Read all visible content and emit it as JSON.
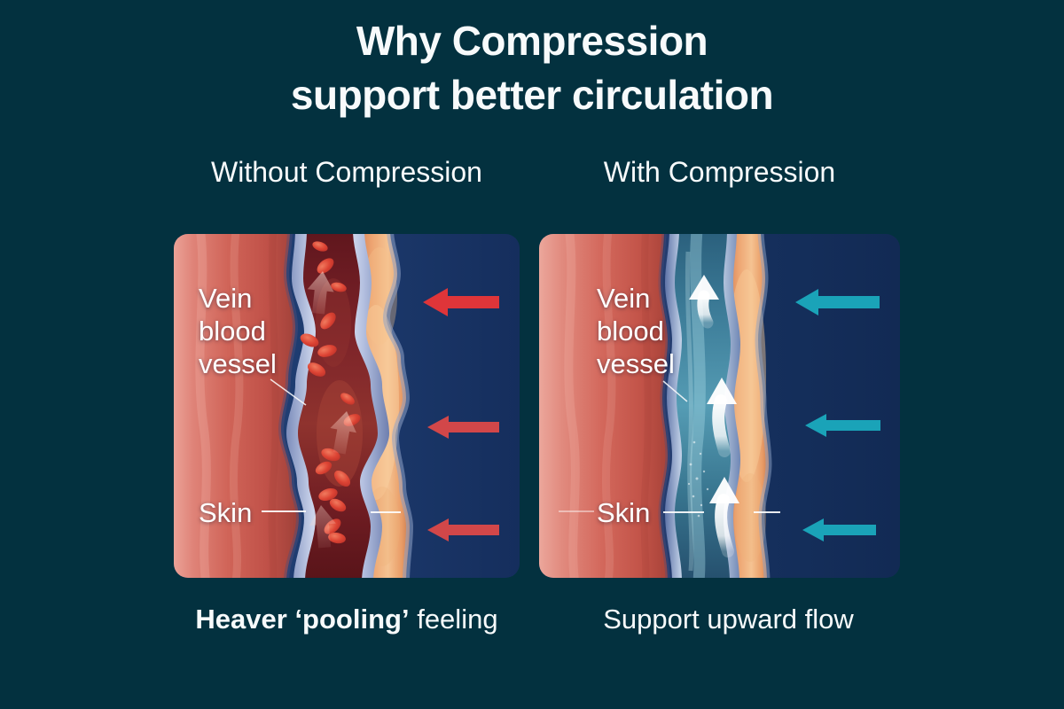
{
  "title": {
    "line1": "Why Compression",
    "line2": "support better circulation"
  },
  "columns": [
    {
      "header": "Without Compression",
      "caption": [
        {
          "text": "Heaver ‘pooling’",
          "bold": true
        },
        {
          "text": " feeling",
          "bold": false
        }
      ],
      "labels": {
        "vein": "Vein\nblood\nvessel",
        "skin": "Skin"
      }
    },
    {
      "header": "With Compression",
      "caption": [
        {
          "text": "Support upward flow",
          "bold": false
        }
      ],
      "labels": {
        "vein": "Vein\nblood\nvessel",
        "skin": "Skin"
      }
    }
  ],
  "colors": {
    "bg": "#03313f",
    "text": "#f7fafb",
    "red-arrow": "#df3539",
    "red-arrow-muted": "#d24749",
    "teal-arrow": "#1aa3b8",
    "panel-navy-left": "#1d3b6e",
    "panel-navy-right": "#16315f"
  }
}
